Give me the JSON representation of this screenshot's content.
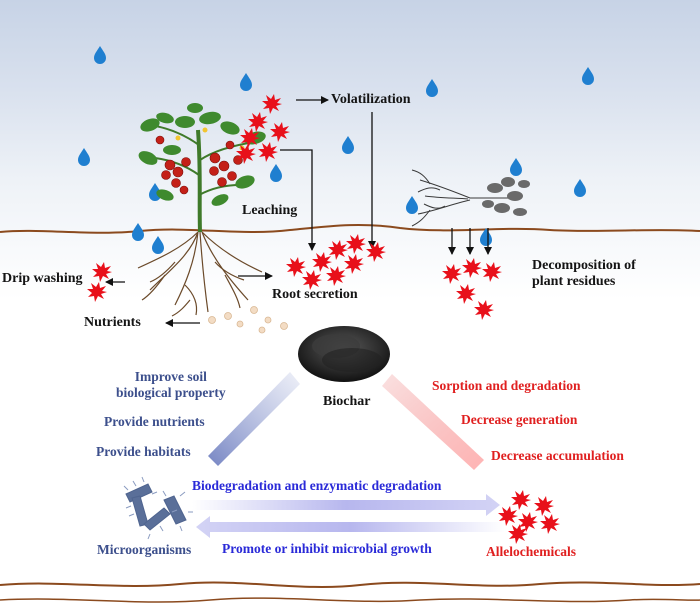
{
  "labels": {
    "volatilization": "Volatilization",
    "leaching": "Leaching",
    "drip_washing": "Drip washing",
    "root_secretion": "Root secretion",
    "nutrients": "Nutrients",
    "decomposition": "Decomposition of\nplant residues",
    "biochar": "Biochar",
    "improve_soil": "Improve soil\nbiological property",
    "provide_nutrients": "Provide nutrients",
    "provide_habitats": "Provide habitats",
    "sorption": "Sorption and degradation",
    "decrease_generation": "Decrease generation",
    "decrease_accumulation": "Decrease accumulation",
    "biodegradation": "Biodegradation and enzymatic degradation",
    "promote_inhibit": "Promote or inhibit microbial growth",
    "microorganisms": "Microorganisms",
    "allelochemicals": "Allelochemicals"
  },
  "colors": {
    "sky_top": "#c7d3e6",
    "soil_line": "#8b4a1e",
    "droplet": "#1f7fd0",
    "allelochemical": "#e8101a",
    "navy_text": "#3c4f8c",
    "red_text": "#e02020",
    "blue_text": "#2a2ad8",
    "biochar": "#2b2b2b"
  },
  "icons": {
    "droplet": "water-drop-icon",
    "allelochemical": "spiky-particle-icon",
    "plant": "tomato-plant-icon",
    "residue": "plant-residue-icon",
    "biochar": "biochar-pile-icon",
    "microorganism": "microorganism-icon"
  }
}
